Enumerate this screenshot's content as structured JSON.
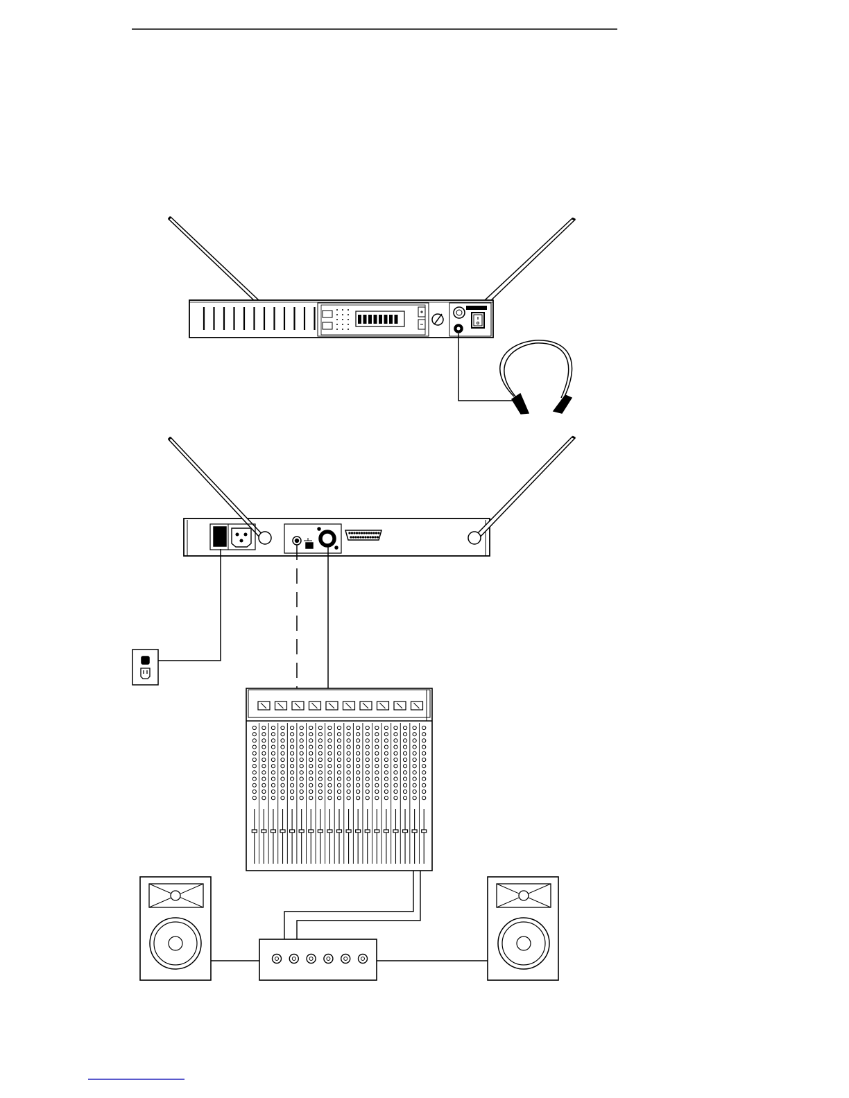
{
  "page": {
    "background": "#ffffff",
    "line_color": "#000000",
    "footer_rule_color": "#2222bb"
  },
  "diagram": {
    "components": [
      {
        "id": "receiver-front",
        "icon": "rack-receiver-front-icon"
      },
      {
        "id": "headphones",
        "icon": "headphones-icon"
      },
      {
        "id": "receiver-rear",
        "icon": "rack-receiver-rear-icon"
      },
      {
        "id": "wall-outlet",
        "icon": "wall-outlet-icon"
      },
      {
        "id": "mixer",
        "icon": "mixing-console-icon",
        "channels": 19,
        "meters": 10
      },
      {
        "id": "amplifier",
        "icon": "power-amplifier-icon",
        "knobs": 6
      },
      {
        "id": "speaker-left",
        "icon": "loudspeaker-icon"
      },
      {
        "id": "speaker-right",
        "icon": "loudspeaker-icon"
      }
    ],
    "connections": [
      {
        "from": "receiver-front",
        "to": "headphones",
        "style": "solid"
      },
      {
        "from": "receiver-rear",
        "to": "wall-outlet",
        "style": "solid"
      },
      {
        "from": "receiver-rear",
        "to": "mixer",
        "style": "dashed"
      },
      {
        "from": "receiver-rear",
        "to": "mixer",
        "style": "solid"
      },
      {
        "from": "mixer",
        "to": "amplifier",
        "style": "double"
      },
      {
        "from": "amplifier",
        "to": "speaker-left",
        "style": "solid"
      },
      {
        "from": "amplifier",
        "to": "speaker-right",
        "style": "solid"
      }
    ]
  }
}
